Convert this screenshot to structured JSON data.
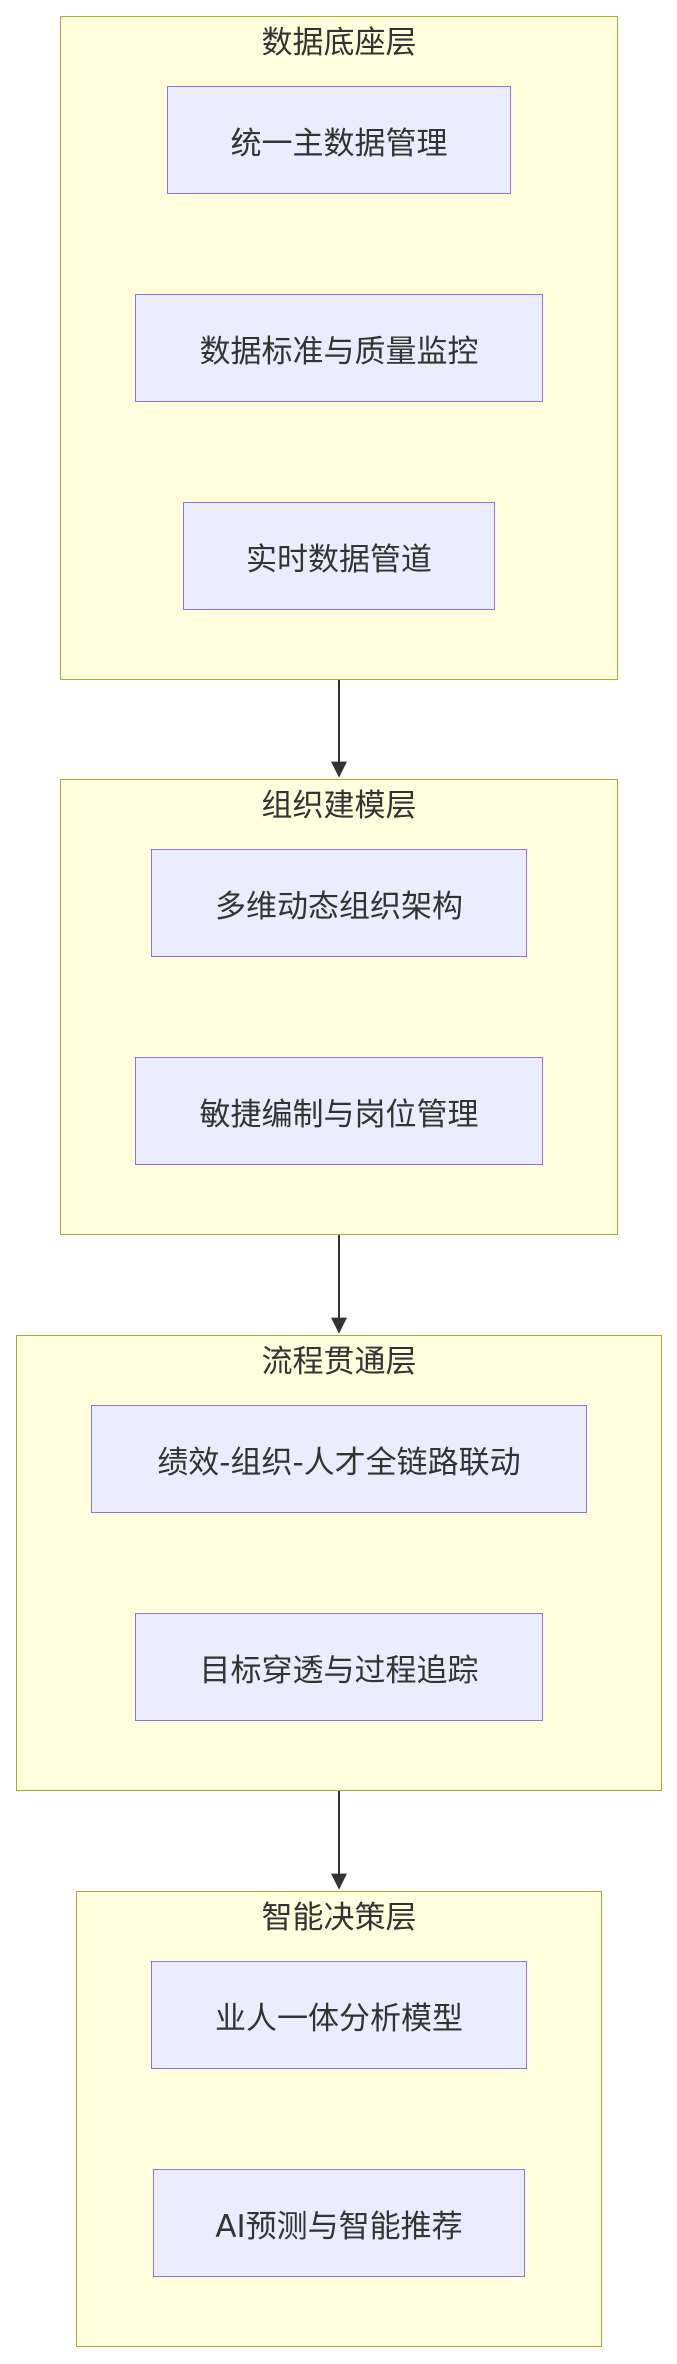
{
  "diagram": {
    "colors": {
      "layer_fill": "#ffffde",
      "layer_border": "#aaaa33",
      "node_fill": "#ececff",
      "node_border": "#9370db",
      "text": "#333333",
      "edge": "#333333"
    },
    "layers": [
      {
        "id": "data-foundation",
        "title": "数据底座层",
        "nodes": [
          "统一主数据管理",
          "数据标准与质量监控",
          "实时数据管道"
        ]
      },
      {
        "id": "org-modeling",
        "title": "组织建模层",
        "nodes": [
          "多维动态组织架构",
          "敏捷编制与岗位管理"
        ]
      },
      {
        "id": "process-integration",
        "title": "流程贯通层",
        "nodes": [
          "绩效-组织-人才全链路联动",
          "目标穿透与过程追踪"
        ]
      },
      {
        "id": "intelligent-decision",
        "title": "智能决策层",
        "nodes": [
          "业人一体分析模型",
          "AI预测与智能推荐"
        ]
      }
    ],
    "edges": [
      {
        "from": "data-foundation",
        "to": "org-modeling"
      },
      {
        "from": "org-modeling",
        "to": "process-integration"
      },
      {
        "from": "process-integration",
        "to": "intelligent-decision"
      }
    ]
  }
}
